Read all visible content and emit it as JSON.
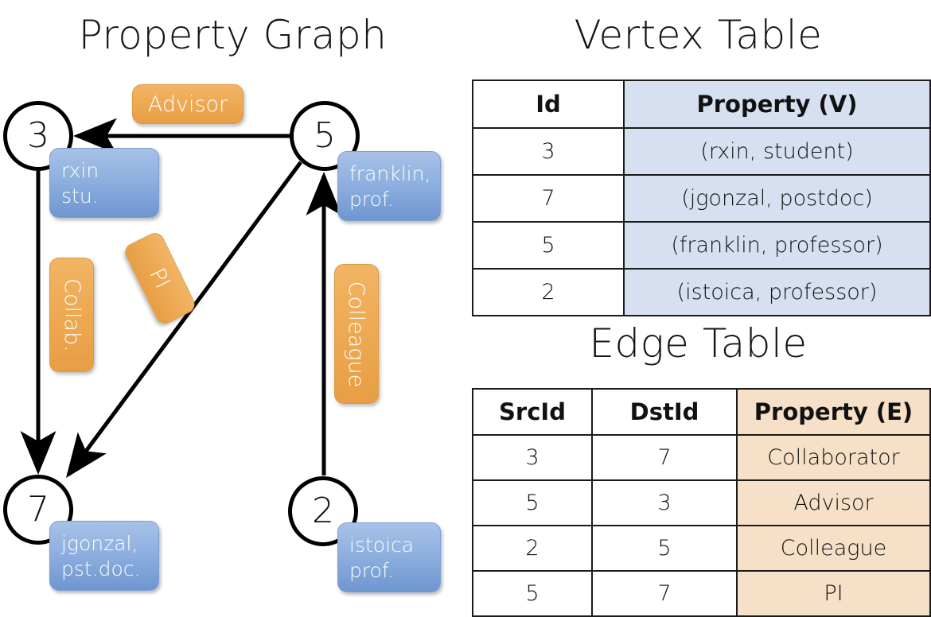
{
  "titles": {
    "property_graph": "Property Graph",
    "vertex_table": "Vertex Table",
    "edge_table": "Edge Table"
  },
  "graph": {
    "nodes": [
      {
        "id": "3",
        "name": "node-3",
        "property_lines": [
          "rxin",
          "stu."
        ]
      },
      {
        "id": "5",
        "name": "node-5",
        "property_lines": [
          "franklin,",
          "prof."
        ]
      },
      {
        "id": "7",
        "name": "node-7",
        "property_lines": [
          "jgonzal,",
          "pst.doc."
        ]
      },
      {
        "id": "2",
        "name": "node-2",
        "property_lines": [
          "istoica",
          "prof."
        ]
      }
    ],
    "node_labels": {
      "n3": "3",
      "n5": "5",
      "n7": "7",
      "n2": "2"
    },
    "node_props": {
      "p3_l1": "rxin",
      "p3_l2": "stu.",
      "p5_l1": "franklin,",
      "p5_l2": "prof.",
      "p7_l1": "jgonzal,",
      "p7_l2": "pst.doc.",
      "p2_l1": "istoica",
      "p2_l2": "prof."
    },
    "edge_labels": {
      "advisor": "Advisor",
      "collab": "Collab.",
      "pi": "PI",
      "colleague": "Colleague"
    },
    "edges": [
      {
        "src": "5",
        "dst": "3",
        "label": "Advisor"
      },
      {
        "src": "3",
        "dst": "7",
        "label": "Collab."
      },
      {
        "src": "5",
        "dst": "7",
        "label": "PI"
      },
      {
        "src": "2",
        "dst": "5",
        "label": "Colleague"
      }
    ]
  },
  "vertex_table": {
    "headers": [
      "Id",
      "Property (V)"
    ],
    "rows": [
      {
        "id": "3",
        "property": "(rxin, student)"
      },
      {
        "id": "7",
        "property": "(jgonzal, postdoc)"
      },
      {
        "id": "5",
        "property": "(franklin, professor)"
      },
      {
        "id": "2",
        "property": "(istoica, professor)"
      }
    ]
  },
  "edge_table": {
    "headers": [
      "SrcId",
      "DstId",
      "Property (E)"
    ],
    "rows": [
      {
        "src": "3",
        "dst": "7",
        "property": "Collaborator"
      },
      {
        "src": "5",
        "dst": "3",
        "property": "Advisor"
      },
      {
        "src": "2",
        "dst": "5",
        "property": "Colleague"
      },
      {
        "src": "5",
        "dst": "7",
        "property": "PI"
      }
    ]
  },
  "colors": {
    "edge_label_orange": "#eda952",
    "vertex_prop_blue": "#8fb0df",
    "vertex_table_cell": "#d6e0f1",
    "edge_table_cell": "#f6e0c7",
    "stroke": "#000000",
    "background": "#ffffff"
  }
}
